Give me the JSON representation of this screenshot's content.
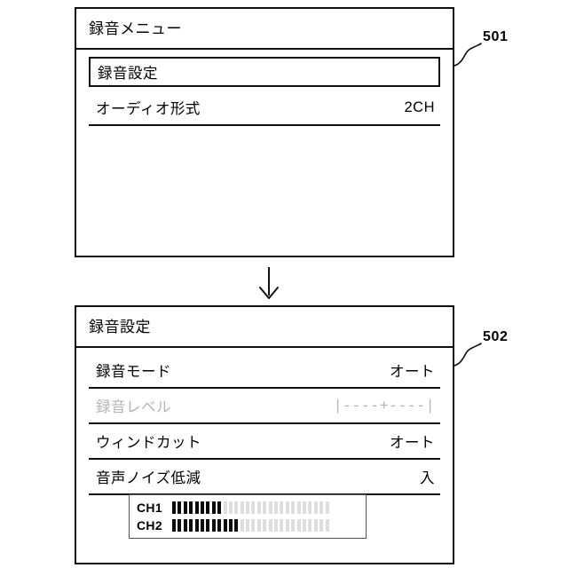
{
  "figure": {
    "background_color": "#ffffff",
    "line_color": "#111111",
    "disabled_color": "#b4b4b4",
    "meter_on_color": "#0a0a0a",
    "meter_off_color": "#dedede",
    "flow_arrow_direction": "down"
  },
  "screen_501": {
    "reference_number": "501",
    "title": "録音メニュー",
    "items": [
      {
        "label": "録音設定",
        "value": "",
        "state": "selected"
      },
      {
        "label": "オーディオ形式",
        "value": "2CH",
        "state": "normal"
      }
    ]
  },
  "screen_502": {
    "reference_number": "502",
    "title": "録音設定",
    "items": [
      {
        "label": "録音モード",
        "value": "オート",
        "state": "normal"
      },
      {
        "label": "録音レベル",
        "value": "|----+----|",
        "state": "disabled"
      },
      {
        "label": "ウィンドカット",
        "value": "オート",
        "state": "normal"
      },
      {
        "label": "音声ノイズ低減",
        "value": "入",
        "state": "normal"
      }
    ],
    "level_meter": {
      "channels": [
        {
          "label": "CH1",
          "lit_segments": 9,
          "total_segments": 28
        },
        {
          "label": "CH2",
          "lit_segments": 12,
          "total_segments": 28
        }
      ]
    }
  }
}
